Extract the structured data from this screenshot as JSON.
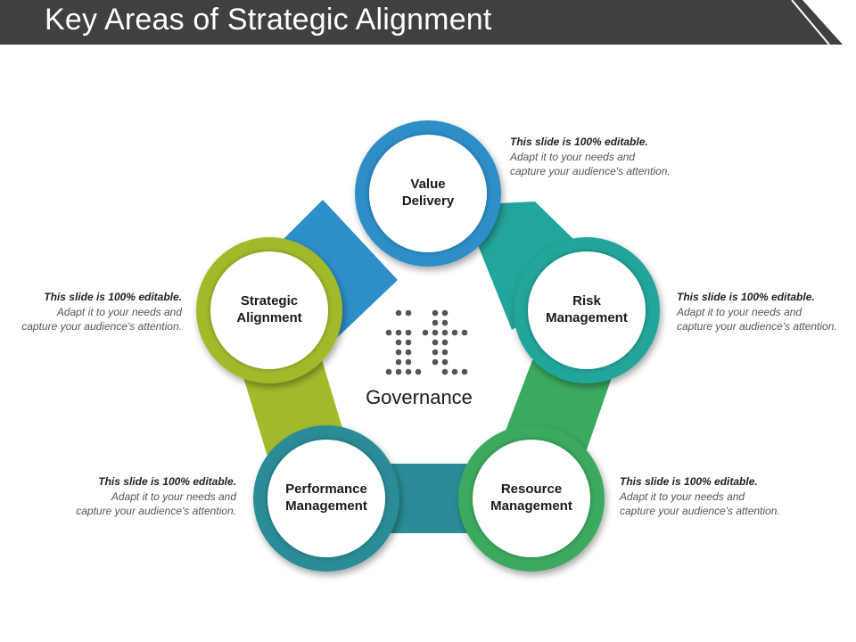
{
  "slide": {
    "title": "Key Areas of Strategic Alignment"
  },
  "center": {
    "icon": "it-icon",
    "label": "Governance"
  },
  "nodes": [
    {
      "id": "value-delivery",
      "line1": "Value",
      "line2": "Delivery",
      "color": "#2E8EC8"
    },
    {
      "id": "risk-management",
      "line1": "Risk",
      "line2": "Management",
      "color": "#22A59A"
    },
    {
      "id": "resource-management",
      "line1": "Resource",
      "line2": "Management",
      "color": "#3BAA5E"
    },
    {
      "id": "performance-management",
      "line1": "Performance",
      "line2": "Management",
      "color": "#2A8C96"
    },
    {
      "id": "strategic-alignment",
      "line1": "Strategic",
      "line2": "Alignment",
      "color": "#A2BA2C"
    }
  ],
  "notes": [
    {
      "head": "This slide is 100% editable.",
      "body": "Adapt it to your needs and capture your audience's attention."
    },
    {
      "head": "This slide is 100% editable.",
      "body": "Adapt it to your needs and capture your audience's attention."
    },
    {
      "head": "This slide is 100% editable.",
      "body": "Adapt it to your needs and capture your audience's attention."
    },
    {
      "head": "This slide is 100% editable.",
      "body": "Adapt it to your needs and capture your audience's attention."
    },
    {
      "head": "This slide is 100% editable.",
      "body": "Adapt it to your needs and capture your audience's attention."
    }
  ],
  "colors": {
    "header": "#404040",
    "blue": "#2E8EC8",
    "teal": "#22A59A",
    "green": "#3BAA5E",
    "darkTeal": "#2A8C96",
    "lime": "#A2BA2C"
  }
}
